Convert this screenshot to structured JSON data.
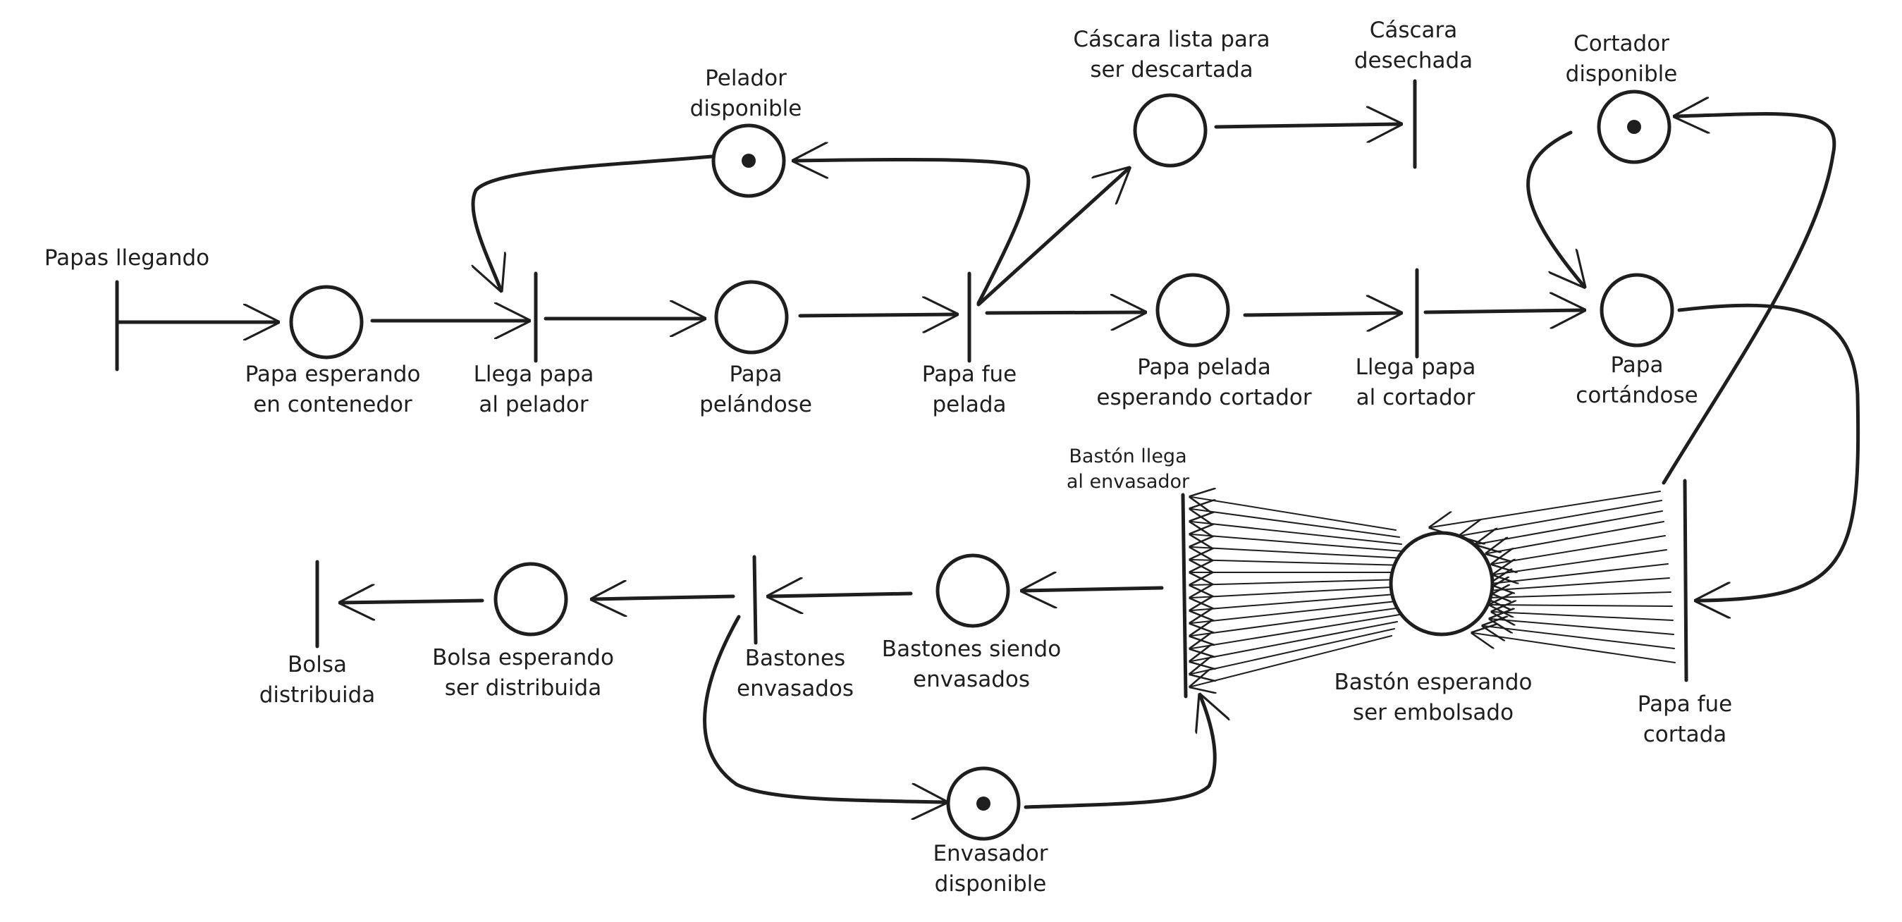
{
  "places": [
    {
      "id": "p_contenedor",
      "label": [
        "Papa esperando",
        "en contenedor"
      ],
      "token": false
    },
    {
      "id": "p_pelador_disp",
      "label": [
        "Pelador",
        "disponible"
      ],
      "token": true
    },
    {
      "id": "p_pelandose",
      "label": [
        "Papa",
        "pelándose"
      ],
      "token": false
    },
    {
      "id": "p_cascara_lista",
      "label": [
        "Cáscara lista para",
        "ser descartada"
      ],
      "token": false
    },
    {
      "id": "p_pelada_esperando",
      "label": [
        "Papa pelada",
        "esperando cortador"
      ],
      "token": false
    },
    {
      "id": "p_cortador_disp",
      "label": [
        "Cortador",
        "disponible"
      ],
      "token": true
    },
    {
      "id": "p_cortandose",
      "label": [
        "Papa",
        "cortándose"
      ],
      "token": false
    },
    {
      "id": "p_baston_esperando",
      "label": [
        "Bastón esperando",
        "ser embolsado"
      ],
      "token": false
    },
    {
      "id": "p_bastones_siendo",
      "label": [
        "Bastones siendo",
        "envasados"
      ],
      "token": false
    },
    {
      "id": "p_envasador_disp",
      "label": [
        "Envasador",
        "disponible"
      ],
      "token": true
    },
    {
      "id": "p_bolsa_esperando",
      "label": [
        "Bolsa esperando",
        "ser distribuida"
      ],
      "token": false
    }
  ],
  "transitions": [
    {
      "id": "t_papas_llegando",
      "label": [
        "Papas llegando"
      ]
    },
    {
      "id": "t_llega_pelador",
      "label": [
        "Llega papa",
        "al pelador"
      ]
    },
    {
      "id": "t_fue_pelada",
      "label": [
        "Papa fue",
        "pelada"
      ]
    },
    {
      "id": "t_cascara_desechada",
      "label": [
        "Cáscara",
        "desechada"
      ]
    },
    {
      "id": "t_llega_cortador",
      "label": [
        "Llega papa",
        "al cortador"
      ]
    },
    {
      "id": "t_fue_cortada",
      "label": [
        "Papa fue",
        "cortada"
      ]
    },
    {
      "id": "t_baston_llega",
      "label": [
        "Bastón llega",
        "al envasador"
      ]
    },
    {
      "id": "t_bastones_envasados",
      "label": [
        "Bastones",
        "envasados"
      ]
    },
    {
      "id": "t_bolsa_distribuida",
      "label": [
        "Bolsa",
        "distribuida"
      ]
    }
  ],
  "style": {
    "stroke": "#1e1e1e",
    "background": "#ffffff"
  }
}
